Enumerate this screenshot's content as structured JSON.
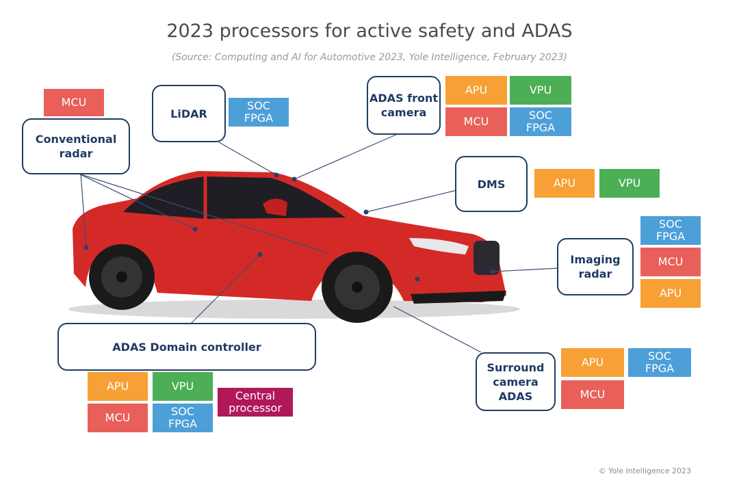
{
  "title": "2023 processors for active safety and ADAS",
  "subtitle": "(Source: Computing and AI for Automotive 2023, Yole Intelligence, February 2023)",
  "copyright": "© Yole Intelligence 2023",
  "colors": {
    "MCU": "#e9605a",
    "APU": "#f7a035",
    "VPU": "#4cae55",
    "SOC": "#4d9fd8",
    "Central": "#b0185a",
    "box_border": "#1f3a64",
    "car": "#d42a27"
  },
  "sensors": {
    "conventional_radar": {
      "label": "Conventional radar",
      "tags": [
        "MCU"
      ]
    },
    "lidar": {
      "label": "LiDAR",
      "tags": [
        "SOC FPGA"
      ]
    },
    "adas_front_camera": {
      "label": "ADAS front camera",
      "tags": [
        "APU",
        "VPU",
        "MCU",
        "SOC FPGA"
      ]
    },
    "dms": {
      "label": "DMS",
      "tags": [
        "APU",
        "VPU"
      ]
    },
    "imaging_radar": {
      "label": "Imaging radar",
      "tags": [
        "SOC FPGA",
        "MCU",
        "APU"
      ]
    },
    "surround_camera": {
      "label": "Surround camera ADAS",
      "tags": [
        "APU",
        "SOC FPGA",
        "MCU"
      ]
    },
    "domain_controller": {
      "label": "ADAS Domain controller",
      "tags": [
        "APU",
        "VPU",
        "MCU",
        "SOC FPGA",
        "Central processor"
      ]
    }
  }
}
